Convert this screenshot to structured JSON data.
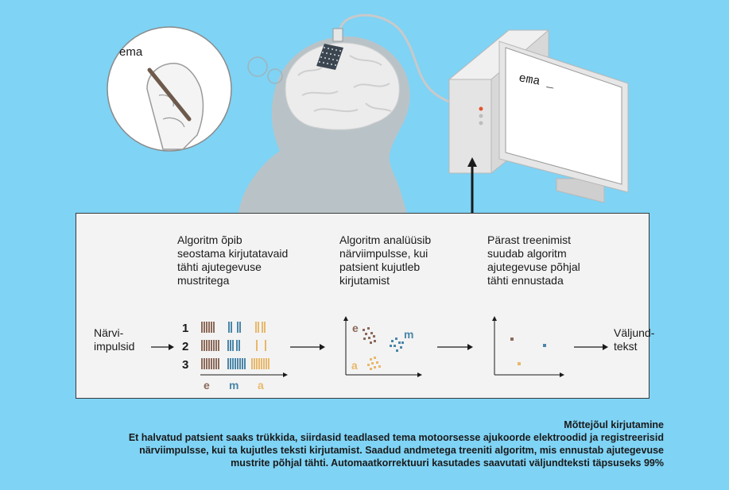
{
  "drawing": {
    "handwritten_word": "ema"
  },
  "monitor": {
    "screen_text": "ema _"
  },
  "panel": {
    "step1": [
      "Algoritm õpib",
      "seostama kirjutatavaid",
      "tähti ajutegevuse",
      "mustritega"
    ],
    "step2": [
      "Algoritm analüüsib",
      "närviimpulsse, kui",
      "patsient kujutleb",
      "kirjutamist"
    ],
    "step3": [
      "Pärast treenimist",
      "suudab algoritm",
      "ajutegevuse põhjal",
      "tähti ennustada"
    ],
    "input_label": [
      "Närvi-",
      "impulsid"
    ],
    "output_label": [
      "Väljund-",
      "tekst"
    ],
    "trial_numbers": [
      "1",
      "2",
      "3"
    ],
    "letters": [
      "e",
      "m",
      "a"
    ]
  },
  "colors": {
    "background": "#7fd3f5",
    "letter_e": "#8c6a5a",
    "letter_m": "#4a86a8",
    "letter_a": "#e8b86a"
  },
  "caption": {
    "title": "Mõttejõul kirjutamine",
    "lines": [
      "Et halvatud patsient saaks trükkida, siirdasid teadlased tema motoorsesse ajukoorde elektroodid ja registreerisid",
      "närviimpulsse, kui ta kujutles teksti kirjutamist. Saadud andmetega treeniti algoritm, mis ennustab ajutegevuse",
      "mustrite põhjal tähti. Automaatkorrektuuri kasutades saavutati väljundteksti täpsuseks 99%"
    ]
  }
}
